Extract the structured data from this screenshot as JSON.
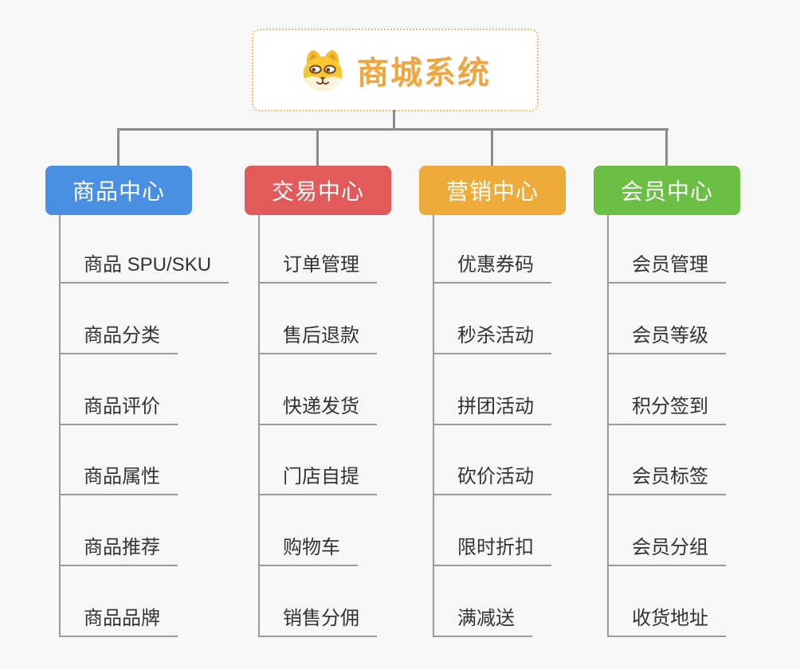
{
  "root": {
    "title": "商城系统",
    "icon": "dog-icon"
  },
  "branches": [
    {
      "label": "商品中心",
      "color": "#4a90e2",
      "items": [
        "商品 SPU/SKU",
        "商品分类",
        "商品评价",
        "商品属性",
        "商品推荐",
        "商品品牌"
      ]
    },
    {
      "label": "交易中心",
      "color": "#e25a5a",
      "items": [
        "订单管理",
        "售后退款",
        "快递发货",
        "门店自提",
        "购物车",
        "销售分佣"
      ]
    },
    {
      "label": "营销中心",
      "color": "#efab3a",
      "items": [
        "优惠券码",
        "秒杀活动",
        "拼团活动",
        "砍价活动",
        "限时折扣",
        "满减送"
      ]
    },
    {
      "label": "会员中心",
      "color": "#6cbf45",
      "items": [
        "会员管理",
        "会员等级",
        "积分签到",
        "会员标签",
        "会员分组",
        "收货地址"
      ]
    }
  ],
  "colors": {
    "background": "#f7f7f7",
    "connector": "#8b8b8b",
    "underline": "#9a9a9a",
    "root_accent": "#f0a640",
    "root_border": "#f0bd72",
    "leaf_text": "#333333"
  }
}
